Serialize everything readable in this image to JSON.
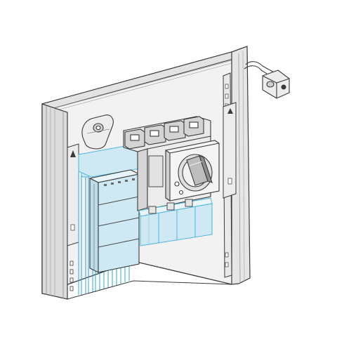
{
  "diagram": {
    "description_visible_text": "",
    "colors": {
      "outline": "#3a3a3a",
      "panel_fill": "#f2f2f2",
      "panel_shade": "#d9d9d9",
      "panel_side": "#c8c8c8",
      "device_fill": "#e8e8e8",
      "device_dark": "#bdbdbd",
      "highlight_fill": "#cfe9f4",
      "highlight_stroke": "#4fb5dc",
      "busbar_stroke": "#2aa8d8"
    },
    "parts": [
      {
        "name": "enclosure-back-panel"
      },
      {
        "name": "enclosure-left-side"
      },
      {
        "name": "enclosure-door-frame"
      },
      {
        "name": "mounting-rail-left"
      },
      {
        "name": "mounting-rail-right"
      },
      {
        "name": "upper-hinge"
      },
      {
        "name": "door-hinge-right"
      },
      {
        "name": "switch-disconnector"
      },
      {
        "name": "rotary-handle"
      },
      {
        "name": "terminal-shield"
      },
      {
        "name": "vertical-busbars"
      },
      {
        "name": "auxiliary-module"
      }
    ]
  }
}
